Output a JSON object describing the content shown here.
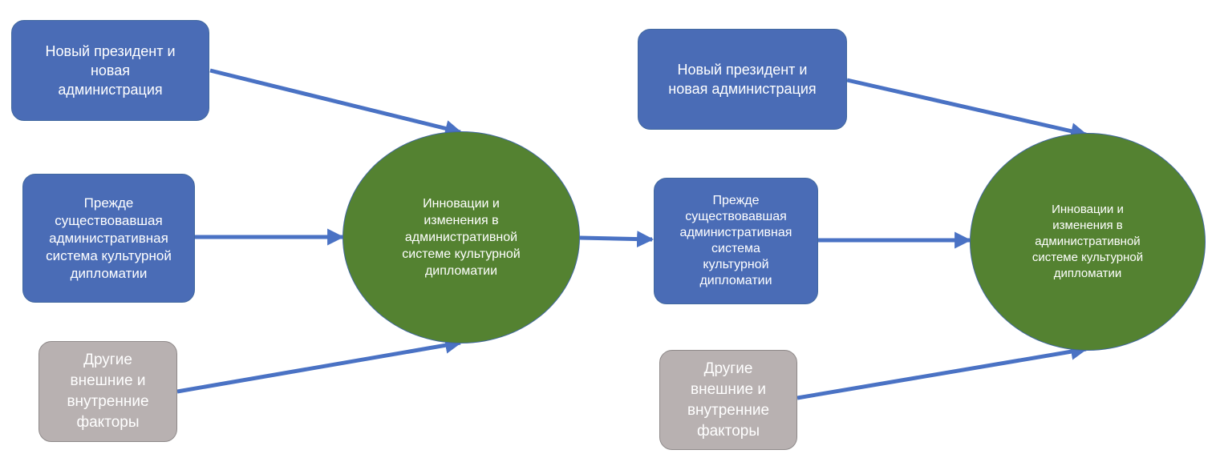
{
  "colors": {
    "box_blue": "#4a6cb6",
    "box_gray": "#b8b1b1",
    "circle_green": "#548231",
    "arrow": "#4a72c4",
    "text": "#ffffff"
  },
  "left": {
    "president": "Новый президент и\nновая\nадминистрация",
    "previous_system": "Прежде\nсуществовавшая\nадминистративная\nсистема культурной\nдипломатии",
    "other_factors": "Другие\nвнешние и\nвнутренние\nфакторы",
    "innovation": "Инновации и\nизменения в\nадминистративной\nсистеме культурной\nдипломатии"
  },
  "right": {
    "president": "Новый президент и\nновая администрация",
    "previous_system": "Прежде\nсуществовавшая\nадминистративная\nсистема\nкультурной\nдипломатии",
    "other_factors": "Другие\nвнешние и\nвнутренние\nфакторы",
    "innovation": "Инновации и\nизменения в\nадминистративной\nсистеме культурной\nдипломатии"
  }
}
